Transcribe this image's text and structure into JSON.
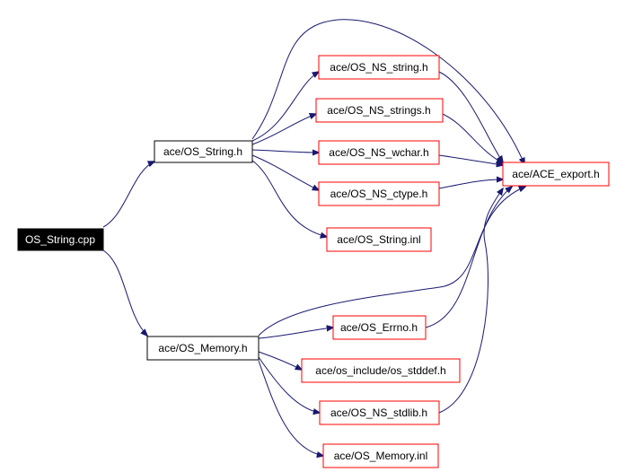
{
  "graph": {
    "colors": {
      "edge": "#191970",
      "root_fill": "#000000",
      "root_text": "#ffffff",
      "intermediate_border": "#000000",
      "leaf_border": "#ff0000",
      "node_text": "#000000",
      "background": "#ffffff"
    },
    "nodes": {
      "root": {
        "label": "OS_String.cpp",
        "kind": "root"
      },
      "os_string_h": {
        "label": "ace/OS_String.h",
        "kind": "intermediate"
      },
      "os_memory_h": {
        "label": "ace/OS_Memory.h",
        "kind": "intermediate"
      },
      "ns_string": {
        "label": "ace/OS_NS_string.h",
        "kind": "leaf"
      },
      "ns_strings": {
        "label": "ace/OS_NS_strings.h",
        "kind": "leaf"
      },
      "ns_wchar": {
        "label": "ace/OS_NS_wchar.h",
        "kind": "leaf"
      },
      "ns_ctype": {
        "label": "ace/OS_NS_ctype.h",
        "kind": "leaf"
      },
      "os_string_inl": {
        "label": "ace/OS_String.inl",
        "kind": "leaf"
      },
      "ace_export": {
        "label": "ace/ACE_export.h",
        "kind": "leaf"
      },
      "os_errno": {
        "label": "ace/OS_Errno.h",
        "kind": "leaf"
      },
      "os_stddef": {
        "label": "ace/os_include/os_stddef.h",
        "kind": "leaf"
      },
      "ns_stdlib": {
        "label": "ace/OS_NS_stdlib.h",
        "kind": "leaf"
      },
      "os_memory_inl": {
        "label": "ace/OS_Memory.inl",
        "kind": "leaf"
      }
    },
    "edges": [
      [
        "root",
        "os_string_h"
      ],
      [
        "root",
        "os_memory_h"
      ],
      [
        "os_string_h",
        "ns_string"
      ],
      [
        "os_string_h",
        "ns_strings"
      ],
      [
        "os_string_h",
        "ns_wchar"
      ],
      [
        "os_string_h",
        "ns_ctype"
      ],
      [
        "os_string_h",
        "os_string_inl"
      ],
      [
        "os_string_h",
        "ace_export"
      ],
      [
        "ns_string",
        "ace_export"
      ],
      [
        "ns_strings",
        "ace_export"
      ],
      [
        "ns_wchar",
        "ace_export"
      ],
      [
        "ns_ctype",
        "ace_export"
      ],
      [
        "os_memory_h",
        "os_errno"
      ],
      [
        "os_memory_h",
        "os_stddef"
      ],
      [
        "os_memory_h",
        "ns_stdlib"
      ],
      [
        "os_memory_h",
        "os_memory_inl"
      ],
      [
        "os_memory_h",
        "ace_export"
      ],
      [
        "os_errno",
        "ace_export"
      ],
      [
        "ns_stdlib",
        "ace_export"
      ]
    ]
  }
}
